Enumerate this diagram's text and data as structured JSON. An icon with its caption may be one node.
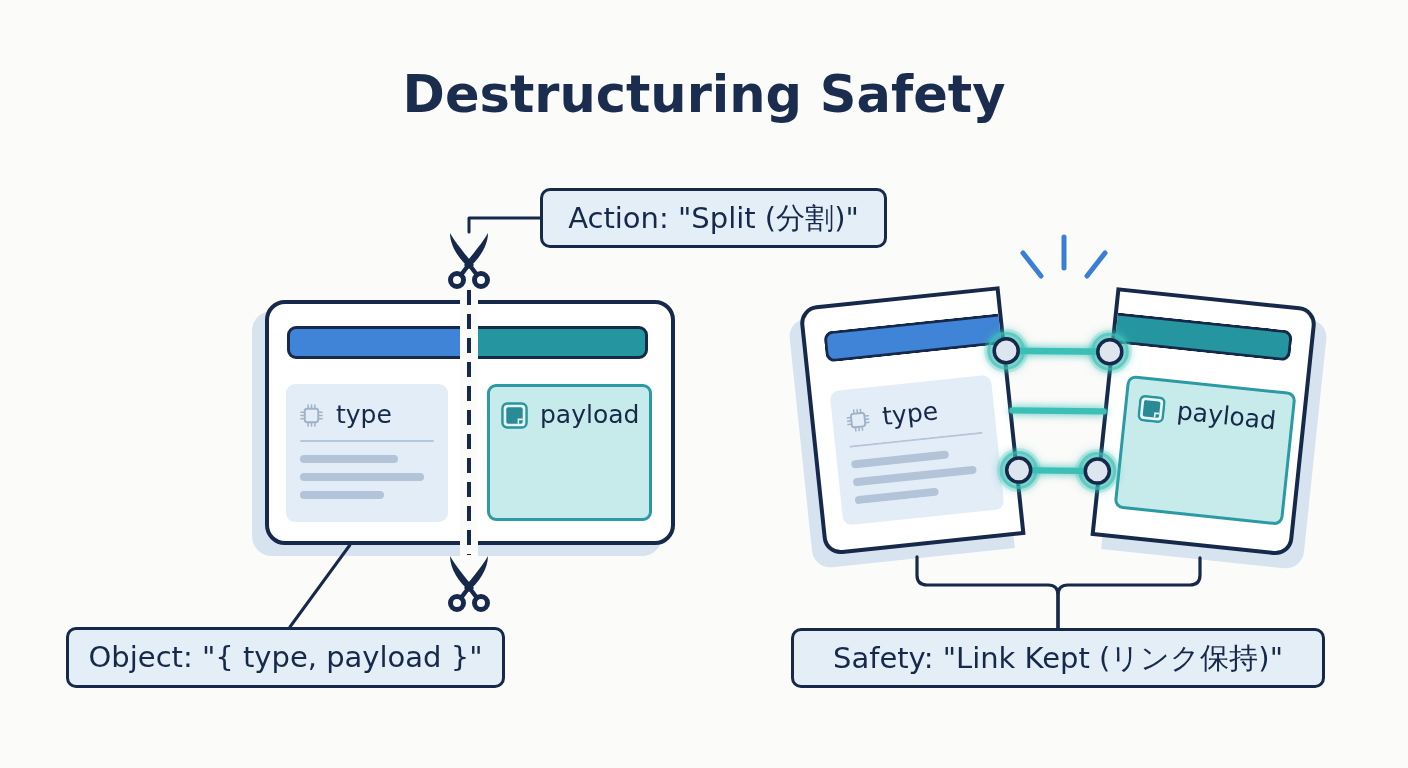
{
  "diagram": {
    "title": "Destructuring Safety",
    "nodes": [
      {
        "text": [
          "Action: \"Split (分割)\""
        ]
      },
      {
        "text": [],
        "shape": "picture"
      },
      {
        "text": [],
        "shape": "box"
      },
      {
        "text": [
          "type"
        ],
        "in": 2
      },
      {
        "text": [
          "payload"
        ],
        "in": 2
      },
      {
        "text": [],
        "shape": "box"
      },
      {
        "text": [
          "type"
        ],
        "in": 5
      },
      {
        "text": [],
        "shape": "box"
      },
      {
        "text": [
          "payload"
        ],
        "in": 7
      },
      {
        "text": [],
        "shape": "picture"
      },
      {
        "text": [
          "Object: \"{ type, payload }\""
        ]
      },
      {
        "text": [
          "Safety: \"Link Kept (リンク保持)\""
        ]
      }
    ],
    "edges": [
      {
        "from": 0,
        "to": 1,
        "arrow": "none"
      },
      {
        "from": 1,
        "to": 9,
        "arrow": "none",
        "style": "dashed"
      },
      {
        "from": 10,
        "to": 2,
        "arrow": "none"
      },
      {
        "from": 5,
        "to": 7,
        "arrow": "other",
        "style": "thick",
        "color": "#3cbfb6"
      },
      {
        "from": 5,
        "to": 7,
        "arrow": "none",
        "style": "thick",
        "color": "#3cbfb6"
      },
      {
        "from": 5,
        "to": 7,
        "arrow": "other",
        "style": "thick",
        "color": "#3cbfb6"
      },
      {
        "from": 5,
        "to": 11,
        "arrow": "none"
      },
      {
        "from": 7,
        "to": 11,
        "arrow": "none"
      }
    ]
  }
}
